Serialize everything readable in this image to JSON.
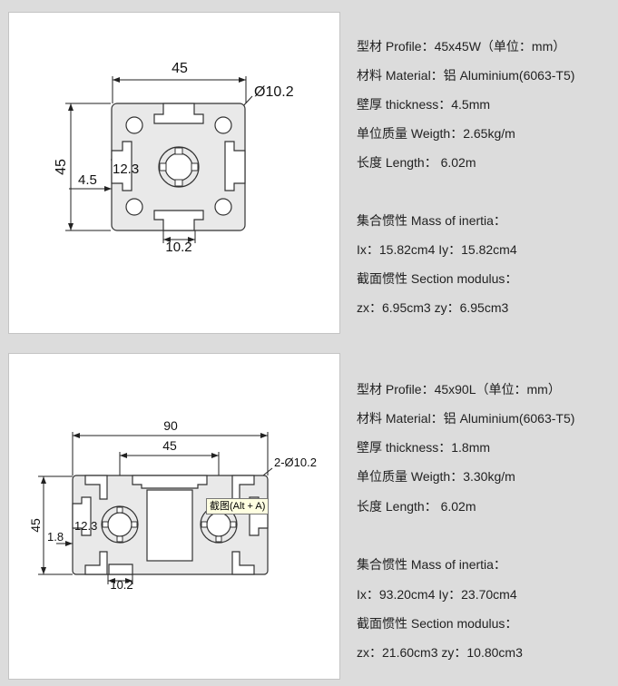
{
  "profile_1": {
    "drawing": {
      "width_dim": "45",
      "height_dim": "45",
      "hole_dim": "Ø10.2",
      "inner_dim": "12.3",
      "wall_dim": "4.5",
      "slot_dim": "10.2"
    },
    "specs": {
      "profile": "型材 Profile：45x45W（单位：mm）",
      "material": "材料 Material：铝 Aluminium(6063-T5)",
      "thickness": "壁厚 thickness：4.5mm",
      "weight": "单位质量 Weigth：2.65kg/m",
      "length": "长度 Length： 6.02m",
      "inertia_title": "集合惯性 Mass of inertia：",
      "inertia_values": "Ix：15.82cm4   Iy：15.82cm4",
      "modulus_title": "截面惯性 Section modulus：",
      "modulus_values": "zx：6.95cm3  zy：6.95cm3"
    }
  },
  "profile_2": {
    "drawing": {
      "width_dim": "90",
      "half_dim": "45",
      "height_dim": "45",
      "hole_dim": "2-Ø10.2",
      "inner_dim": "12.3",
      "wall_dim": "1.8",
      "slot_dim": "10.2"
    },
    "specs": {
      "profile": "型材 Profile：45x90L（单位：mm）",
      "material": "材料 Material：铝 Aluminium(6063-T5)",
      "thickness": "壁厚 thickness：1.8mm",
      "weight": "单位质量 Weigth：3.30kg/m",
      "length": "长度 Length： 6.02m",
      "inertia_title": "集合惯性 Mass of inertia：",
      "inertia_values": "Ix：93.20cm4   Iy：23.70cm4",
      "modulus_title": "截面惯性 Section modulus：",
      "modulus_values": "zx：21.60cm3  zy：10.80cm3"
    }
  },
  "tooltip": {
    "text": "截图(Alt + A)"
  }
}
